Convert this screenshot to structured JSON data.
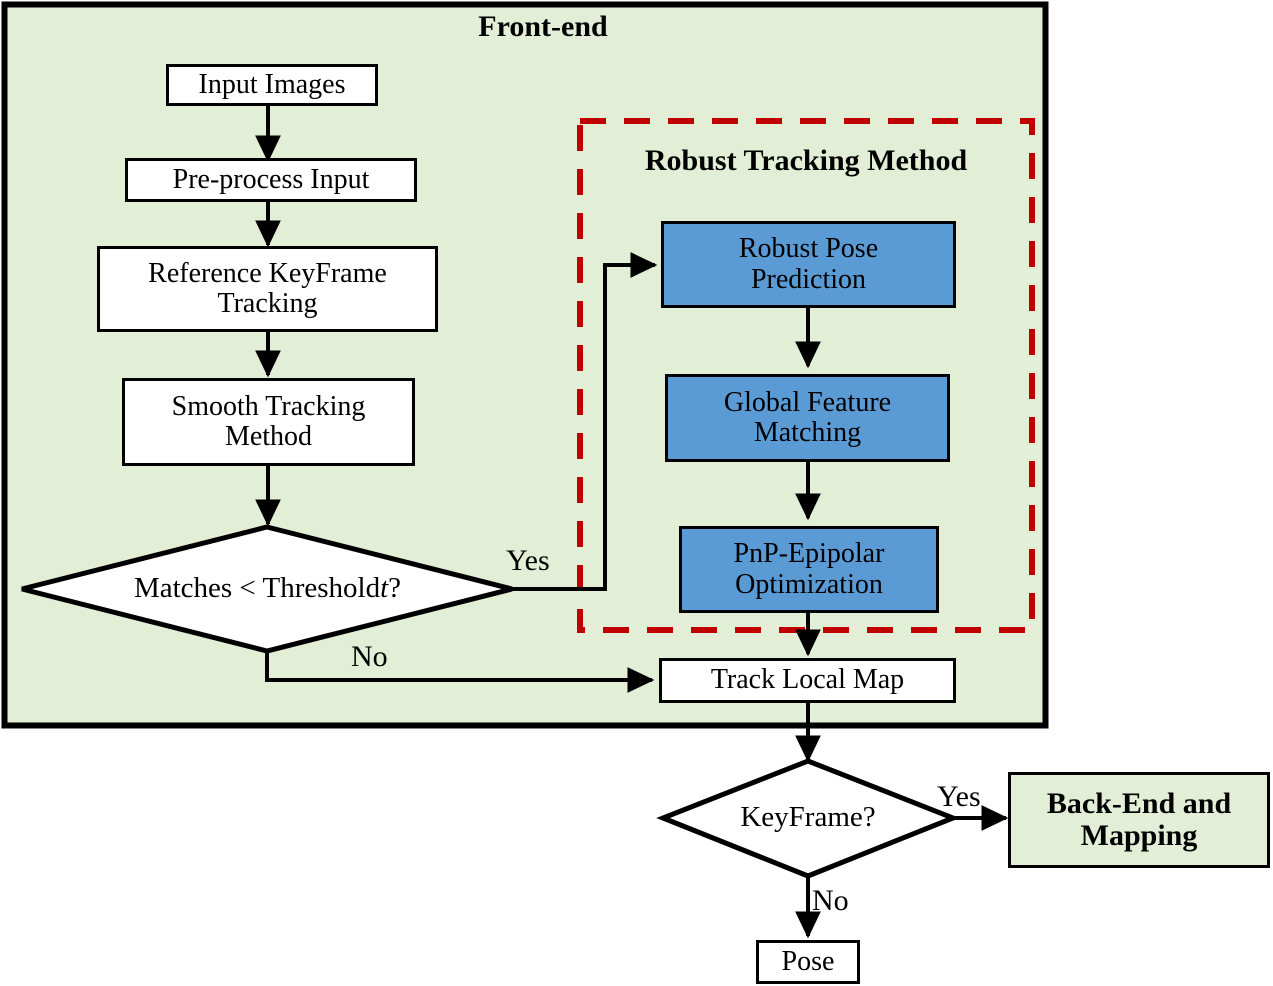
{
  "diagram": {
    "title": "Robust tracking front-end flowchart",
    "colors": {
      "panel_green": "#E3EED6",
      "accent_blue": "#5B9BD5",
      "dashed_red": "#C00000",
      "stroke_black": "#000000",
      "white": "#FFFFFF"
    }
  },
  "panels": {
    "frontend": {
      "title": "Front-end"
    },
    "robust_tracking": {
      "title": "Robust Tracking Method"
    }
  },
  "nodes": {
    "input_images": {
      "label": "Input Images"
    },
    "pre_process_input": {
      "label": "Pre-process Input"
    },
    "reference_keyframe_tracking": {
      "line1": "Reference KeyFrame",
      "line2": "Tracking"
    },
    "smooth_tracking_method": {
      "line1": "Smooth Tracking",
      "line2": "Method"
    },
    "matches_decision": {
      "prefix": "Matches < Threshold ",
      "var": "t",
      "suffix": "?"
    },
    "robust_pose_prediction": {
      "line1": "Robust Pose",
      "line2": "Prediction"
    },
    "global_feature_matching": {
      "line1": "Global Feature",
      "line2": "Matching"
    },
    "pnp_epipolar_optimization": {
      "line1": "PnP-Epipolar",
      "line2": "Optimization"
    },
    "track_local_map": {
      "label": "Track Local Map"
    },
    "keyframe_decision": {
      "label": "KeyFrame?"
    },
    "back_end_and_mapping": {
      "line1": "Back-End and",
      "line2": "Mapping"
    },
    "pose": {
      "label": "Pose"
    }
  },
  "edge_labels": {
    "matches_yes": "Yes",
    "matches_no": "No",
    "keyframe_yes": "Yes",
    "keyframe_no": "No"
  }
}
